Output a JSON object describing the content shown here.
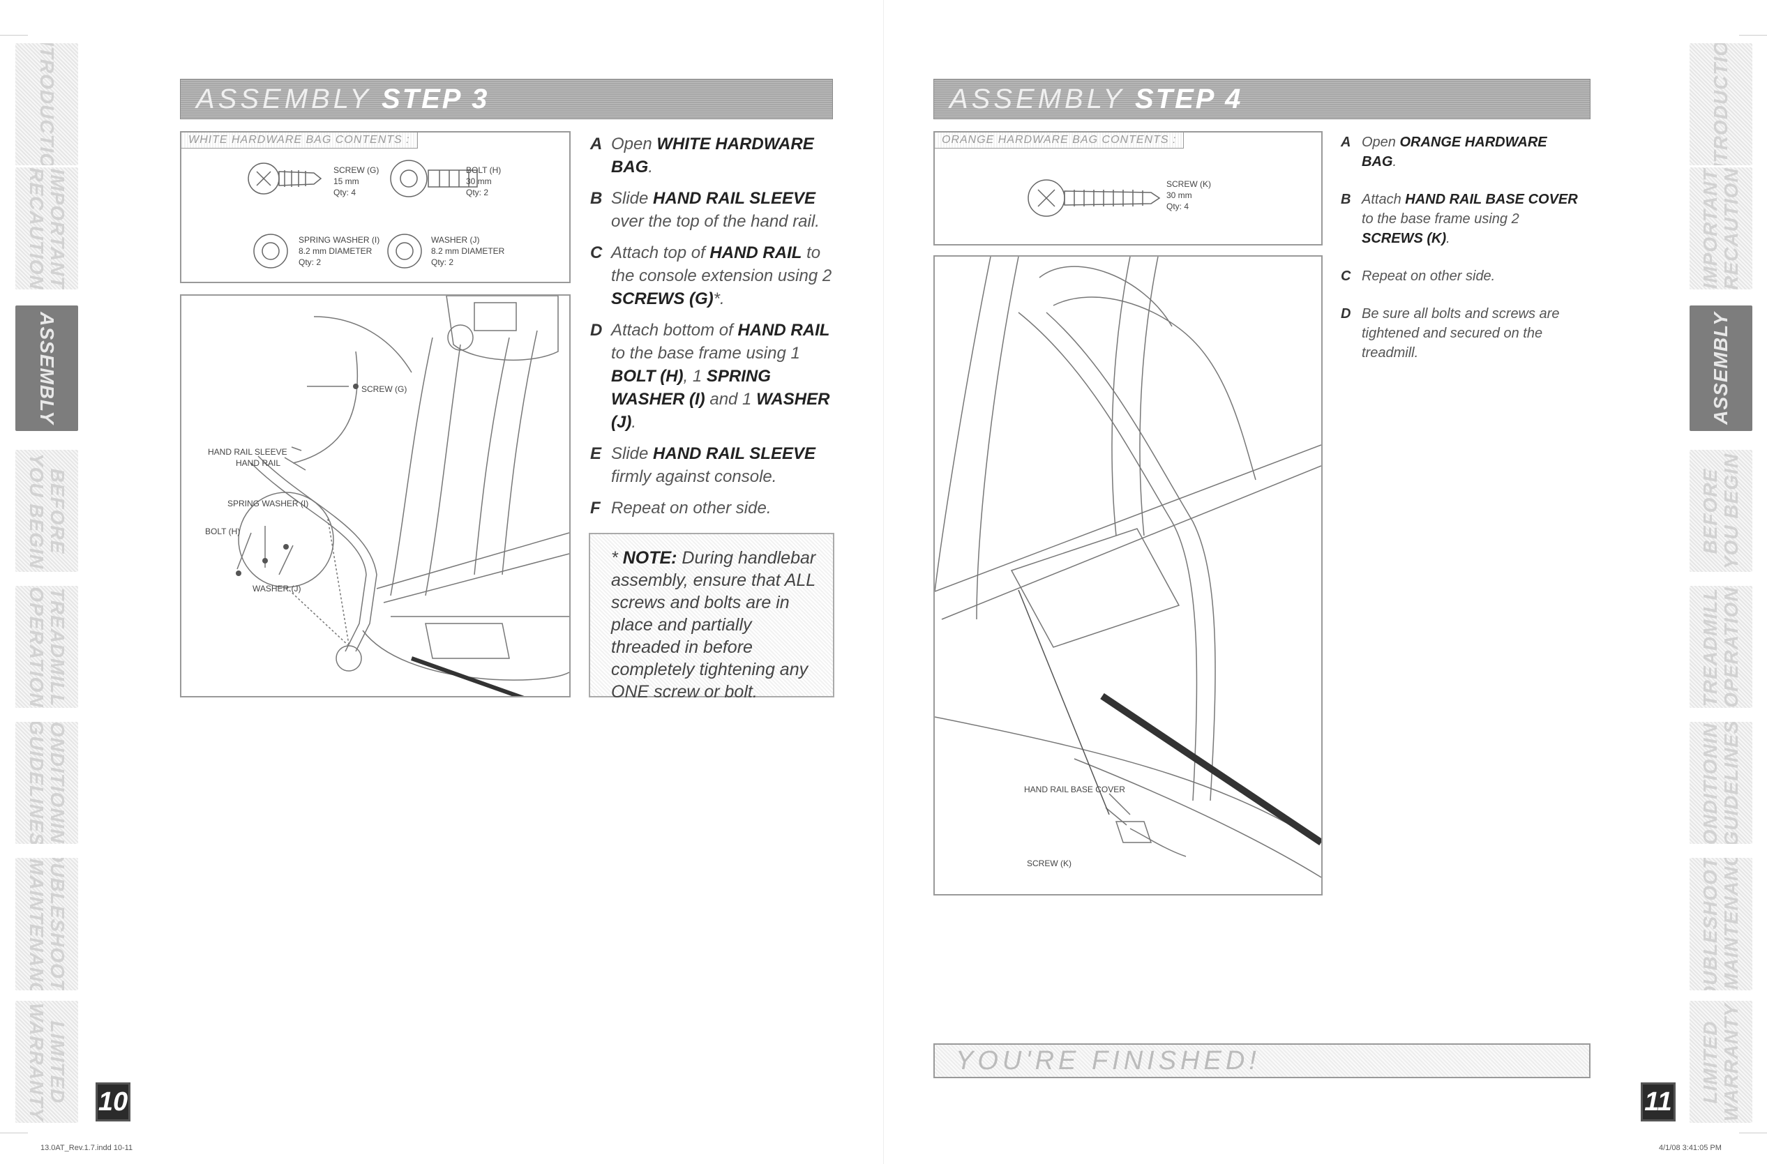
{
  "left_tabs": [
    {
      "label": "INTRODUCTION",
      "active": false
    },
    {
      "label": "IMPORTANT\nPRECAUTIONS",
      "active": false
    },
    {
      "label": "ASSEMBLY",
      "active": true
    },
    {
      "label": "BEFORE\nYOU BEGIN",
      "active": false
    },
    {
      "label": "TREADMILL\nOPERATION",
      "active": false
    },
    {
      "label": "CONDITIONING\nGUIDELINES",
      "active": false
    },
    {
      "label": "TROUBLESHOOTING\n& MAINTENANCE",
      "active": false
    },
    {
      "label": "LIMITED\nWARRANTY",
      "active": false
    }
  ],
  "right_tabs": [
    {
      "label": "INTRODUCTION",
      "active": false
    },
    {
      "label": "IMPORTANT\nPRECAUTIONS",
      "active": false
    },
    {
      "label": "ASSEMBLY",
      "active": true
    },
    {
      "label": "BEFORE\nYOU BEGIN",
      "active": false
    },
    {
      "label": "TREADMILL\nOPERATION",
      "active": false
    },
    {
      "label": "CONDITIONING\nGUIDELINES",
      "active": false
    },
    {
      "label": "TROUBLESHOOTING\n& MAINTENANCE",
      "active": false
    },
    {
      "label": "LIMITED\nWARRANTY",
      "active": false
    }
  ],
  "page_left": {
    "number": "10",
    "header": {
      "light": "ASSEMBLY",
      "bold": "STEP 3"
    },
    "hardware_label": "WHITE HARDWARE BAG CONTENTS :",
    "parts": [
      {
        "name": "SCREW (G)",
        "size": "15 mm",
        "qty": "Qty: 4"
      },
      {
        "name": "BOLT (H)",
        "size": "30 mm",
        "qty": "Qty: 2"
      },
      {
        "name": "SPRING WASHER (I)",
        "size": "8.2 mm DIAMETER",
        "qty": "Qty: 2"
      },
      {
        "name": "WASHER (J)",
        "size": "8.2 mm DIAMETER",
        "qty": "Qty: 2"
      }
    ],
    "diagram_labels": {
      "screw": "SCREW (G)",
      "sleeve": "HAND RAIL SLEEVE",
      "rail": "HAND RAIL",
      "spring_washer": "SPRING WASHER (I)",
      "bolt": "BOLT (H)",
      "washer": "WASHER (J)"
    },
    "instructions": [
      {
        "letter": "A",
        "pre": "Open ",
        "bold": "WHITE HARDWARE BAG",
        "post": "."
      },
      {
        "letter": "B",
        "pre": "Slide ",
        "bold": "HAND RAIL SLEEVE",
        "post": " over the top of the hand rail."
      },
      {
        "letter": "C",
        "pre": "Attach top of ",
        "bold": "HAND RAIL",
        "post": " to the console extension using 2 ",
        "bold2": "SCREWS (G)",
        "post2": "*."
      },
      {
        "letter": "D",
        "pre": "Attach bottom of ",
        "bold": "HAND RAIL",
        "post": " to the base frame using 1 ",
        "bold2": "BOLT (H)",
        "post2": ", 1 ",
        "bold3": "SPRING WASHER (I)",
        "post3": " and 1 ",
        "bold4": "WASHER (J)",
        "post4": "."
      },
      {
        "letter": "E",
        "pre": "Slide ",
        "bold": "HAND RAIL SLEEVE",
        "post": " firmly against console."
      },
      {
        "letter": "F",
        "pre": "Repeat on other side.",
        "bold": "",
        "post": ""
      }
    ],
    "note": {
      "prefix": "* ",
      "bold": "NOTE:",
      "text": " During handlebar assembly, ensure that ALL screws and bolts are in place and partially threaded in before completely tightening any ONE screw or bolt."
    },
    "footer": "13.0AT_Rev.1.7.indd   10-11"
  },
  "page_right": {
    "number": "11",
    "header": {
      "light": "ASSEMBLY",
      "bold": "STEP 4"
    },
    "hardware_label": "ORANGE HARDWARE BAG CONTENTS :",
    "parts": [
      {
        "name": "SCREW (K)",
        "size": "30 mm",
        "qty": "Qty: 4"
      }
    ],
    "diagram_labels": {
      "cover": "HAND RAIL BASE COVER",
      "screw": "SCREW (K)"
    },
    "instructions": [
      {
        "letter": "A",
        "pre": "Open ",
        "bold": "ORANGE HARDWARE BAG",
        "post": "."
      },
      {
        "letter": "B",
        "pre": "Attach ",
        "bold": "HAND RAIL BASE COVER",
        "post": " to the base frame using 2 ",
        "bold2": "SCREWS (K)",
        "post2": "."
      },
      {
        "letter": "C",
        "pre": "Repeat on other side.",
        "bold": "",
        "post": ""
      },
      {
        "letter": "D",
        "pre": "Be sure all bolts and screws are tightened and secured on the treadmill.",
        "bold": "",
        "post": ""
      }
    ],
    "finished": "YOU'RE FINISHED!",
    "footer": "4/1/08   3:41:05 PM"
  }
}
